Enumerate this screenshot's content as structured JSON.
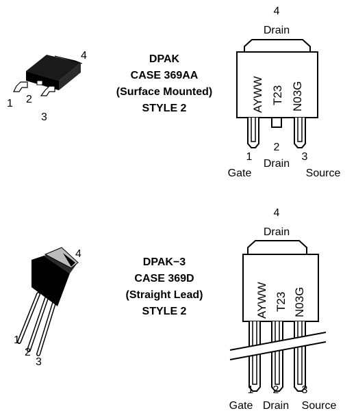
{
  "packages": [
    {
      "title": {
        "name": "DPAK",
        "case": "CASE 369AA",
        "lead": "(Surface Mounted)",
        "style": "STYLE 2"
      },
      "photo_pins": [
        "1",
        "2",
        "3",
        "4"
      ],
      "tab": {
        "number": "4",
        "name": "Drain"
      },
      "marking": [
        "AYWW",
        "T23",
        "N03G"
      ],
      "pins": [
        {
          "number": "1",
          "name": "Gate"
        },
        {
          "number": "2",
          "name": "Drain"
        },
        {
          "number": "3",
          "name": "Source"
        }
      ]
    },
    {
      "title": {
        "name": "DPAK−3",
        "case": "CASE 369D",
        "lead": "(Straight Lead)",
        "style": "STYLE 2"
      },
      "photo_pins": [
        "1",
        "2",
        "3",
        "4"
      ],
      "tab": {
        "number": "4",
        "name": "Drain"
      },
      "marking": [
        "AYWW",
        "T23",
        "N03G"
      ],
      "pins": [
        {
          "number": "1",
          "name": "Gate"
        },
        {
          "number": "2",
          "name": "Drain"
        },
        {
          "number": "3",
          "name": "Source"
        }
      ]
    }
  ]
}
